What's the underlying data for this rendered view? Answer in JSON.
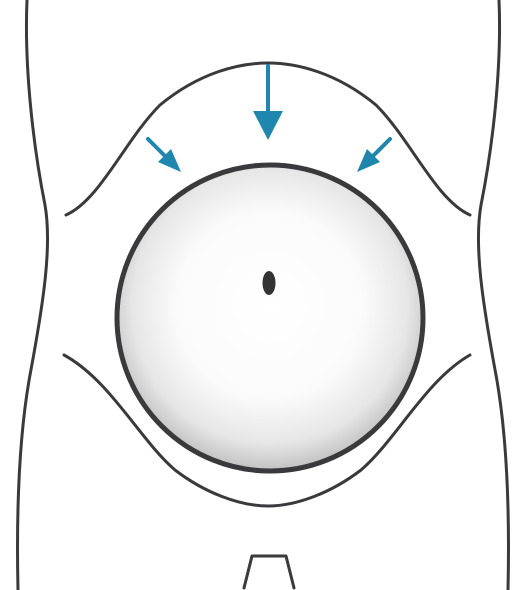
{
  "illustration": {
    "subject": "abdomen-front-view",
    "colors": {
      "outline": "#3a3a3c",
      "arrow": "#1f86ad",
      "background": "#ffffff",
      "belly_fill_center": "#ffffff",
      "belly_fill_edge": "#c8c8c8"
    },
    "arrows": [
      {
        "name": "arrow-top",
        "direction": "down"
      },
      {
        "name": "arrow-upper-left",
        "direction": "down-right"
      },
      {
        "name": "arrow-upper-right",
        "direction": "down-left"
      }
    ]
  }
}
